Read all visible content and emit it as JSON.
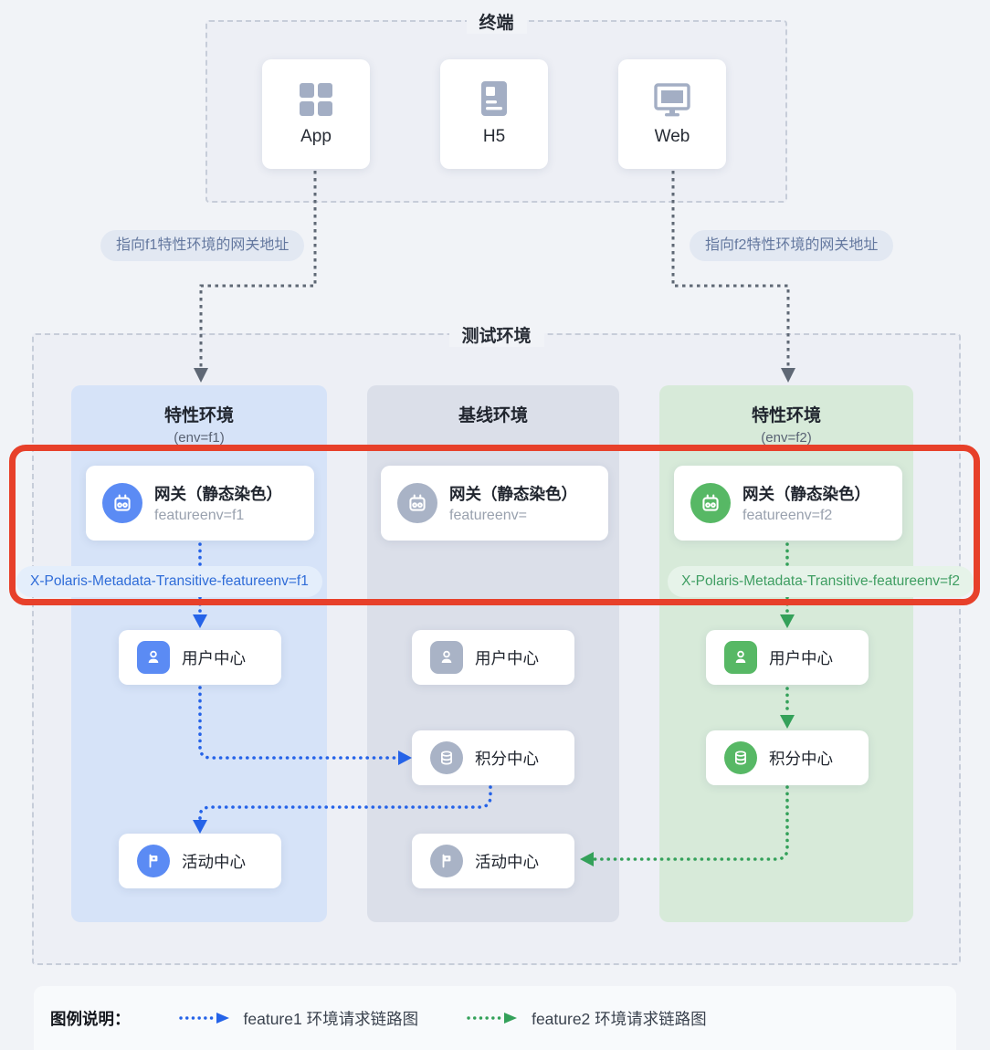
{
  "terminal": {
    "title": "终端",
    "cards": [
      {
        "icon": "app-grid-icon",
        "label": "App"
      },
      {
        "icon": "h5-document-icon",
        "label": "H5"
      },
      {
        "icon": "web-monitor-icon",
        "label": "Web"
      }
    ]
  },
  "route_labels": {
    "f1": "指向f1特性环境的网关地址",
    "f2": "指向f2特性环境的网关地址"
  },
  "test_env": {
    "title": "测试环境",
    "columns": [
      {
        "title": "特性环境",
        "subtitle": "(env=f1)"
      },
      {
        "title": "基线环境",
        "subtitle": ""
      },
      {
        "title": "特性环境",
        "subtitle": "(env=f2)"
      }
    ],
    "gateways": [
      {
        "icon": "gateway-icon",
        "title": "网关（静态染色）",
        "subtitle": "featureenv=f1"
      },
      {
        "icon": "gateway-icon",
        "title": "网关（静态染色）",
        "subtitle": "featureenv="
      },
      {
        "icon": "gateway-icon",
        "title": "网关（静态染色）",
        "subtitle": "featureenv=f2"
      }
    ],
    "header_pills": {
      "f1": "X-Polaris-Metadata-Transitive-featureenv=f1",
      "f2": "X-Polaris-Metadata-Transitive-featureenv=f2"
    },
    "services": [
      {
        "column": "feature1",
        "icon": "user-icon",
        "label": "用户中心"
      },
      {
        "column": "baseline",
        "icon": "user-icon",
        "label": "用户中心"
      },
      {
        "column": "feature2",
        "icon": "user-icon",
        "label": "用户中心"
      },
      {
        "column": "baseline",
        "icon": "points-database-icon",
        "label": "积分中心"
      },
      {
        "column": "feature2",
        "icon": "points-database-icon",
        "label": "积分中心"
      },
      {
        "column": "feature1",
        "icon": "activity-flag-icon",
        "label": "活动中心"
      },
      {
        "column": "baseline",
        "icon": "activity-flag-icon",
        "label": "活动中心"
      }
    ]
  },
  "legend": {
    "title": "图例说明：",
    "items": [
      {
        "label": "feature1 环境请求链路图",
        "color": "#2563e8"
      },
      {
        "label": "feature2 环境请求链路图",
        "color": "#34a15a"
      }
    ]
  },
  "colors": {
    "feature1_accent": "#5b8bf4",
    "baseline_accent": "#a9b3c6",
    "feature2_accent": "#57b865",
    "flow_blue": "#2563e8",
    "flow_green": "#34a15a",
    "highlight_red": "#e7402a"
  }
}
